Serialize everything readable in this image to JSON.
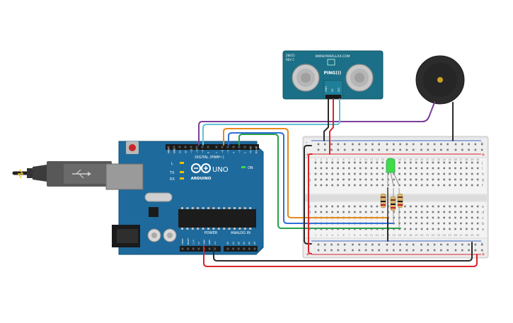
{
  "colors": {
    "background": "#ffffff",
    "arduino_board": "#1e6a9c",
    "arduino_dark": "#15557f",
    "sensor_board": "#1b6f86",
    "wire_red": "#d9232a",
    "wire_black": "#2b2b2b",
    "wire_purple": "#7b3f9a",
    "wire_lightblue": "#5fc2d6",
    "wire_orange": "#e8891a",
    "wire_green": "#2aa048",
    "wire_blue": "#2f6fd6",
    "led_green": "#3fdc4a",
    "breadboard": "#eeeeee",
    "buzzer": "#2c2c2c",
    "gold": "#c9a227"
  },
  "arduino": {
    "brand": "ARDUINO",
    "model": "UNO",
    "digital_label": "DIGITAL (PWM~)",
    "power_label": "POWER",
    "analog_label": "ANALOG IN",
    "on_label": "ON",
    "led_labels": [
      "L",
      "TX",
      "RX"
    ],
    "digital_pins": [
      "AREF",
      "GND",
      "13",
      "12",
      "~11",
      "~10",
      "~9",
      "8",
      "7",
      "~6",
      "~5",
      "4",
      "~3",
      "2",
      "TX→1",
      "RX←0"
    ],
    "power_pins": [
      "IOREF",
      "RESET",
      "3.3V",
      "5V",
      "GND",
      "GND",
      "Vin"
    ],
    "analog_pins": [
      "A0",
      "A1",
      "A2",
      "A3",
      "A4",
      "A5"
    ]
  },
  "sensor": {
    "brand": "WWW.PARALLAX.COM",
    "part_number": "28015",
    "revision": "REV C",
    "name": "PING)))",
    "pins": [
      "GND",
      "5V",
      "SIG"
    ]
  },
  "breadboard": {
    "top_rail_labels": [
      "-",
      "+"
    ],
    "bottom_rail_labels": [
      "-",
      "+"
    ],
    "row_letters_top": [
      "j",
      "i",
      "h",
      "g",
      "f"
    ],
    "row_letters_bottom": [
      "e",
      "d",
      "c",
      "b",
      "a"
    ],
    "column_numbers": [
      "1",
      "2",
      "3",
      "4",
      "5",
      "6",
      "7",
      "8",
      "9",
      "10",
      "11",
      "12",
      "13",
      "14",
      "15",
      "16",
      "17",
      "18",
      "19",
      "20",
      "21",
      "22",
      "23",
      "24",
      "25",
      "26",
      "27",
      "28",
      "29",
      "30"
    ]
  }
}
